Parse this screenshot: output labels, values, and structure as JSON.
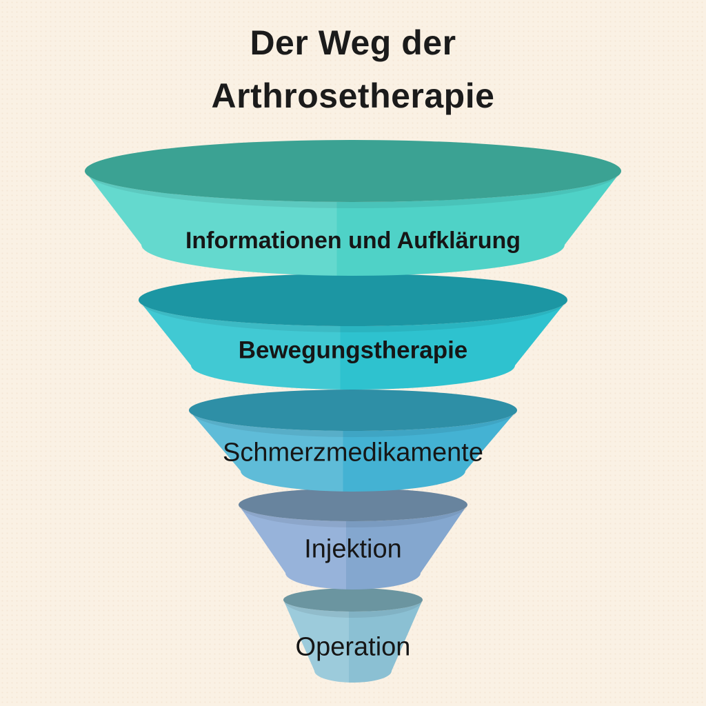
{
  "page": {
    "background_color": "#FAF1E4",
    "text_color": "#161616"
  },
  "chart_data": {
    "type": "funnel",
    "title": "Der Weg der Arthrosetherapie",
    "orientation": "widest-at-top",
    "levels": [
      {
        "rank": 1,
        "label": "Informationen und Aufklärung",
        "top_color": "#3BA293",
        "body_color_left": "#64D9CE",
        "body_color_right": "#4FD2C7",
        "label_bold": true
      },
      {
        "rank": 2,
        "label": "Bewegungstherapie",
        "top_color": "#1C96A3",
        "body_color_left": "#41C9D3",
        "body_color_right": "#2EC2CF",
        "label_bold": true
      },
      {
        "rank": 3,
        "label": "Schmerzmedikamente",
        "top_color": "#2E8FA6",
        "body_color_left": "#5FBCD8",
        "body_color_right": "#44B2D3",
        "label_bold": false
      },
      {
        "rank": 4,
        "label": "Injektion",
        "top_color": "#68849E",
        "body_color_left": "#97B3DA",
        "body_color_right": "#84A7CF",
        "label_bold": false
      },
      {
        "rank": 5,
        "label": "Operation",
        "top_color": "#6B95A0",
        "body_color_left": "#9CCBDB",
        "body_color_right": "#8BC0D3",
        "label_bold": false
      }
    ]
  }
}
